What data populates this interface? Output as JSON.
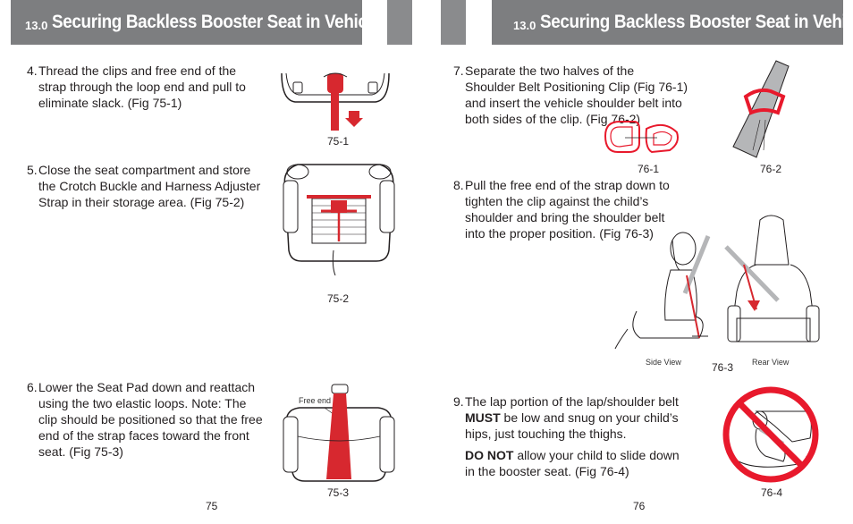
{
  "left_page": {
    "header": {
      "section_number": "13.0",
      "title": "Securing Backless Booster Seat in Vehicle"
    },
    "steps": [
      {
        "number": "4.",
        "text": "Thread the clips and free end of the strap through the loop end and pull to eliminate slack. (Fig 75-1)"
      },
      {
        "number": "5.",
        "text": "Close the seat compartment and store the Crotch Buckle and Harness Adjuster Strap in their storage area. (Fig 75-2)"
      },
      {
        "number": "6.",
        "text": "Lower the Seat Pad down and reattach using the two elastic loops.  Note: The clip should be positioned so that the free end of the strap faces toward the front seat. (Fig 75-3)"
      }
    ],
    "figures": {
      "fig_75_1": "75-1",
      "fig_75_2": "75-2",
      "fig_75_3": "75-3",
      "free_end_label": "Free end"
    },
    "page_number": "75"
  },
  "right_page": {
    "header": {
      "section_number": "13.0",
      "title": "Securing Backless Booster Seat in Vehicle"
    },
    "steps": [
      {
        "number": "7.",
        "text": "Separate the two halves of the Shoulder Belt Positioning Clip (Fig 76-1) and insert the vehicle shoulder belt into both sides of the clip. (Fig 76-2)"
      },
      {
        "number": "8.",
        "text": "Pull the free end of the strap down to tighten the clip against the child’s shoulder and bring the shoulder belt into the proper position. (Fig 76-3)"
      },
      {
        "number": "9.",
        "text_before": "The lap portion of the lap/shoulder belt ",
        "emphasis": "MUST",
        "text_after": " be low and snug on your child’s hips, just touching the thighs.",
        "warning_emphasis": "DO NOT",
        "warning_text": " allow your child to slide down in the booster seat. (Fig 76-4)"
      }
    ],
    "figures": {
      "fig_76_1": "76-1",
      "fig_76_2": "76-2",
      "fig_76_3": "76-3",
      "fig_76_4": "76-4",
      "side_view_label": "Side View",
      "rear_view_label": "Rear View"
    },
    "page_number": "76"
  },
  "colors": {
    "header_gray": "#7d7e80",
    "strap_red": "#d7282f",
    "prohibition_red": "#e8192c",
    "belt_gray": "#b5b6b8"
  }
}
